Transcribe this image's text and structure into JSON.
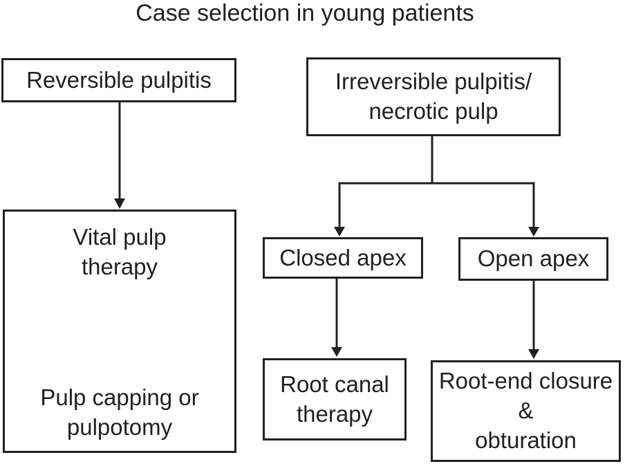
{
  "title": "Case selection in young patients",
  "colors": {
    "line": "#231f20",
    "background": "#ffffff"
  },
  "nodes": {
    "reversible_pulpitis": {
      "label": "Reversible pulpitis"
    },
    "irreversible_pulpitis": {
      "line1": "Irreversible pulpitis/",
      "line2": "necrotic pulp"
    },
    "vital_pulp_therapy": {
      "line1": "Vital pulp",
      "line2": "therapy"
    },
    "pulp_capping": {
      "line1": "Pulp capping or",
      "line2": "pulpotomy"
    },
    "closed_apex": {
      "label": "Closed apex"
    },
    "open_apex": {
      "label": "Open apex"
    },
    "root_canal_therapy": {
      "line1": "Root canal",
      "line2": "therapy"
    },
    "root_end_closure": {
      "line1": "Root-end closure",
      "line2": "&",
      "line3": "obturation"
    }
  },
  "edges": [
    {
      "from": "reversible_pulpitis",
      "to": "vital_pulp_therapy",
      "style": "solid"
    },
    {
      "from": "vital_pulp_therapy",
      "to": "pulp_capping",
      "style": "dashed"
    },
    {
      "from": "irreversible_pulpitis",
      "to": "closed_apex",
      "style": "solid"
    },
    {
      "from": "irreversible_pulpitis",
      "to": "open_apex",
      "style": "solid"
    },
    {
      "from": "closed_apex",
      "to": "root_canal_therapy",
      "style": "solid"
    },
    {
      "from": "open_apex",
      "to": "root_end_closure",
      "style": "solid"
    }
  ]
}
